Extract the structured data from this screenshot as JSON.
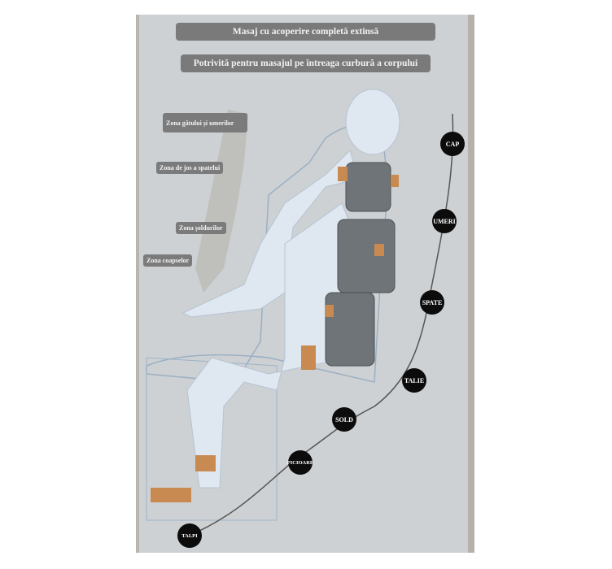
{
  "banners": {
    "title": "Masaj cu acoperire completă extinsă",
    "subtitle": "Potrivită pentru masajul pe întreaga curbură a corpului"
  },
  "zones": [
    "Zona gâtului și umerilor",
    "Zona de jos a spatelui",
    "Zona șoldurilor",
    "Zona coapselor"
  ],
  "points": [
    "CAP",
    "UMERI",
    "SPATE",
    "TALIE",
    "SOLD",
    "PICIOARE",
    "TALPI"
  ],
  "colors": {
    "panel": "#cdd1d4",
    "label_bg": "#7a7a7a",
    "point_bg": "#0c0c0c",
    "figure": "#dfe8f1",
    "rollers": "#c98a52"
  }
}
